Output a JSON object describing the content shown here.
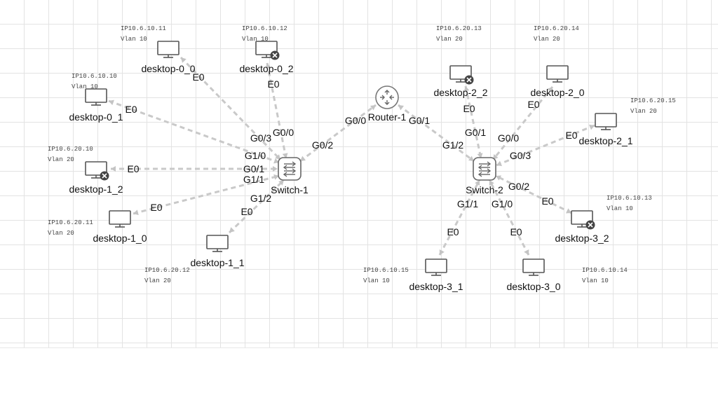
{
  "topology": {
    "switches": [
      {
        "id": "switch1",
        "label": "Switch-1"
      },
      {
        "id": "switch2",
        "label": "Switch-2"
      }
    ],
    "routers": [
      {
        "id": "router1",
        "label": "Router-1"
      }
    ],
    "desktops": [
      {
        "id": "d00",
        "label": "desktop-0_0",
        "ip": "IP10.6.10.11",
        "vlan": "Vlan 10",
        "error": false
      },
      {
        "id": "d02",
        "label": "desktop-0_2",
        "ip": "IP10.6.10.12",
        "vlan": "Vlan 10",
        "error": true
      },
      {
        "id": "d01",
        "label": "desktop-0_1",
        "ip": "IP10.6.10.10",
        "vlan": "Vlan 10",
        "error": false
      },
      {
        "id": "d12",
        "label": "desktop-1_2",
        "ip": "IP10.6.20.10",
        "vlan": "Vlan 20",
        "error": true
      },
      {
        "id": "d10",
        "label": "desktop-1_0",
        "ip": "IP10.6.20.11",
        "vlan": "Vlan 20",
        "error": false
      },
      {
        "id": "d11",
        "label": "desktop-1_1",
        "ip": "IP10.6.20.12",
        "vlan": "Vlan 20",
        "error": false
      },
      {
        "id": "d22",
        "label": "desktop-2_2",
        "ip": "IP10.6.20.13",
        "vlan": "Vlan 20",
        "error": true
      },
      {
        "id": "d20",
        "label": "desktop-2_0",
        "ip": "IP10.6.20.14",
        "vlan": "Vlan 20",
        "error": false
      },
      {
        "id": "d21",
        "label": "desktop-2_1",
        "ip": "IP10.6.20.15",
        "vlan": "Vlan 20",
        "error": false
      },
      {
        "id": "d32",
        "label": "desktop-3_2",
        "ip": "IP10.6.10.13",
        "vlan": "Vlan 10",
        "error": true
      },
      {
        "id": "d31",
        "label": "desktop-3_1",
        "ip": "IP10.6.10.15",
        "vlan": "Vlan 10",
        "error": false
      },
      {
        "id": "d30",
        "label": "desktop-3_0",
        "ip": "IP10.6.10.14",
        "vlan": "Vlan 10",
        "error": false
      }
    ],
    "links": [
      {
        "from": "d00",
        "to": "switch1",
        "from_port": "E0",
        "to_port": "G0/3"
      },
      {
        "from": "d02",
        "to": "switch1",
        "from_port": "E0",
        "to_port": "G0/0"
      },
      {
        "from": "d01",
        "to": "switch1",
        "from_port": "E0",
        "to_port": "G1/0"
      },
      {
        "from": "d12",
        "to": "switch1",
        "from_port": "E0",
        "to_port": "G0/1"
      },
      {
        "from": "d10",
        "to": "switch1",
        "from_port": "E0",
        "to_port": "G1/1"
      },
      {
        "from": "d11",
        "to": "switch1",
        "from_port": "E0",
        "to_port": "G1/2"
      },
      {
        "from": "switch1",
        "to": "router1",
        "from_port": "G0/2",
        "to_port": "G0/0"
      },
      {
        "from": "router1",
        "to": "switch2",
        "from_port": "G0/1",
        "to_port": "G1/2"
      },
      {
        "from": "d22",
        "to": "switch2",
        "from_port": "E0",
        "to_port": "G0/1"
      },
      {
        "from": "d20",
        "to": "switch2",
        "from_port": "E0",
        "to_port": "G0/0"
      },
      {
        "from": "d21",
        "to": "switch2",
        "from_port": "E0",
        "to_port": "G0/3"
      },
      {
        "from": "d32",
        "to": "switch2",
        "from_port": "E0",
        "to_port": "G0/2"
      },
      {
        "from": "d31",
        "to": "switch2",
        "from_port": "E0",
        "to_port": "G1/1"
      },
      {
        "from": "d30",
        "to": "switch2",
        "from_port": "E0",
        "to_port": "G1/0"
      }
    ]
  }
}
